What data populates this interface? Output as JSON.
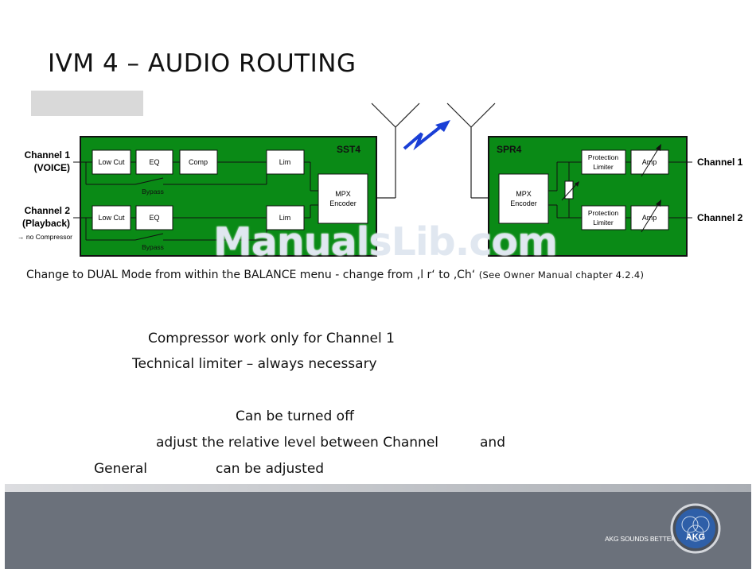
{
  "title": "IVM 4 – AUDIO ROUTING",
  "diagram": {
    "left_inputs": {
      "ch1": "Channel 1",
      "ch1_sub": "(VOICE)",
      "ch2": "Channel 2",
      "ch2_sub": "(Playback)",
      "ch2_note": "→ no Compressor"
    },
    "transmitter": {
      "name": "SST4",
      "low_cut": "Low Cut",
      "eq": "EQ",
      "comp": "Comp",
      "lim": "Lim",
      "bypass": "Bypass",
      "mpx_line1": "MPX",
      "mpx_line2": "Encoder"
    },
    "receiver": {
      "name": "SPR4",
      "mpx_line1": "MPX",
      "mpx_line2": "Encoder",
      "prot_line1": "Protection",
      "prot_line2": "Limiter",
      "amp": "Amp"
    },
    "right_outputs": {
      "ch1": "Channel 1",
      "ch2": "Channel 2"
    }
  },
  "caption": {
    "main": "Change to DUAL Mode from within the BALANCE menu - change from ‚l r‘ to ‚Ch‘",
    "ref": "(See Owner Manual chapter 4.2.4)"
  },
  "bullets": {
    "b1": "Compressor work only for Channel 1",
    "b2": "Technical limiter – always necessary",
    "b3": "Can be turned off",
    "b4a": "adjust the relative level between Channel",
    "b4b": "and",
    "b5a": "General",
    "b5b": "can be adjusted"
  },
  "watermark": "ManualsLib.com",
  "footer": {
    "slogan": "AKG SOUNDS BETTER",
    "logo_text": "AKG"
  },
  "colors": {
    "panel_green": "#0a8a16",
    "signal_blue": "#1a3fd6",
    "footer_gray": "#6b717b"
  }
}
